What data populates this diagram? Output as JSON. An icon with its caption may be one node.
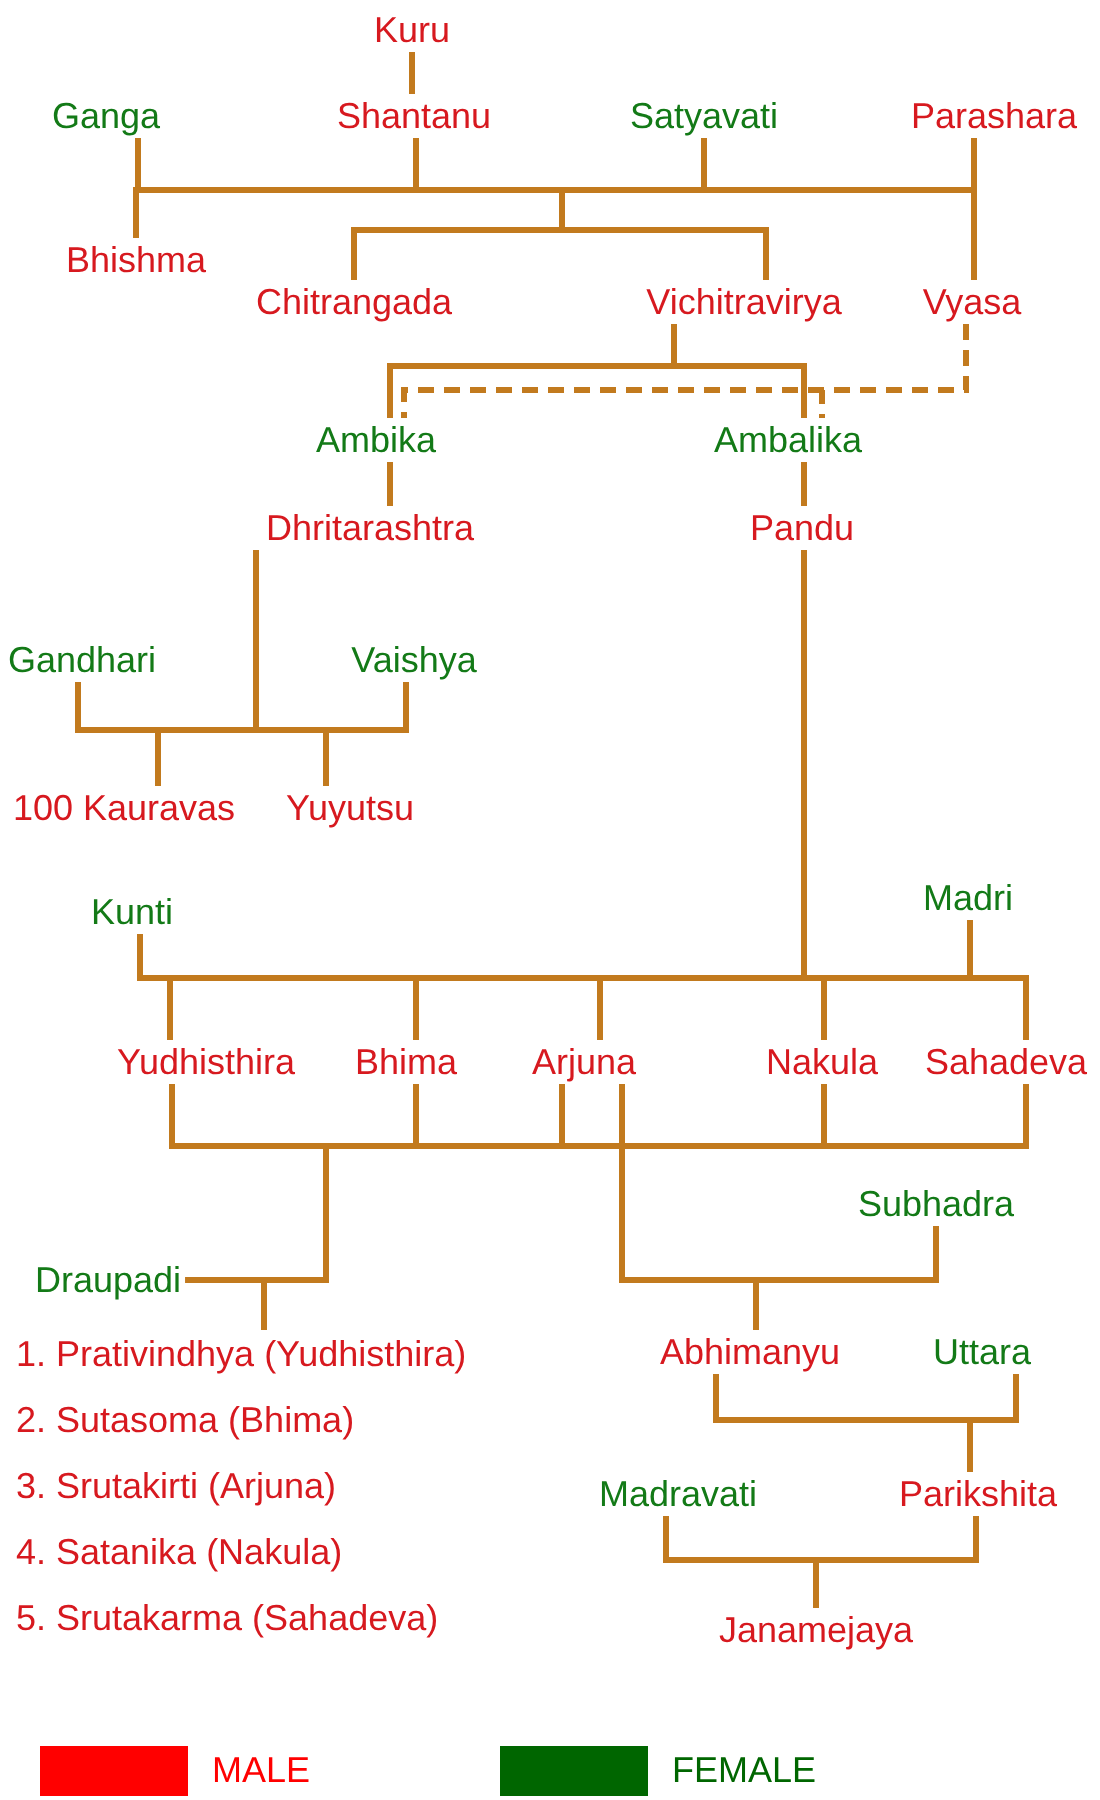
{
  "diagram": {
    "nodes": [
      {
        "text": [
          "Kuru"
        ]
      },
      {
        "text": [
          "Ganga"
        ]
      },
      {
        "text": [
          "Shantanu"
        ]
      },
      {
        "text": [
          "Satyavati"
        ]
      },
      {
        "text": [
          "Parashara"
        ]
      },
      {
        "text": [
          "Bhishma"
        ]
      },
      {
        "text": [
          "Chitrangada"
        ]
      },
      {
        "text": [
          "Vichitravirya"
        ]
      },
      {
        "text": [
          "Vyasa"
        ]
      },
      {
        "text": [
          "Ambika"
        ]
      },
      {
        "text": [
          "Ambalika"
        ]
      },
      {
        "text": [
          "Dhritarashtra"
        ]
      },
      {
        "text": [
          "Pandu"
        ]
      },
      {
        "text": [
          "Gandhari"
        ]
      },
      {
        "text": [
          "Vaishya"
        ]
      },
      {
        "text": [
          "100 Kauravas"
        ]
      },
      {
        "text": [
          "Yuyutsu"
        ]
      },
      {
        "text": [
          "Kunti"
        ]
      },
      {
        "text": [
          "Madri"
        ]
      },
      {
        "text": [
          "Yudhisthira"
        ]
      },
      {
        "text": [
          "Bhima"
        ]
      },
      {
        "text": [
          "Arjuna"
        ]
      },
      {
        "text": [
          "Nakula"
        ]
      },
      {
        "text": [
          "Sahadeva"
        ]
      },
      {
        "text": [
          "Subhadra"
        ]
      },
      {
        "text": [
          "Draupadi"
        ]
      },
      {
        "text": [
          "1. Prativindhya (Yudhisthira)",
          "2. Sutasoma (Bhima)",
          "3. Srutakirti (Arjuna)",
          "4. Satanika (Nakula)",
          "5. Srutakarma (Sahadeva)"
        ]
      },
      {
        "text": [
          "Abhimanyu"
        ]
      },
      {
        "text": [
          "Uttara"
        ]
      },
      {
        "text": [
          "Madravati"
        ]
      },
      {
        "text": [
          "Parikshita"
        ]
      },
      {
        "text": [
          "Janamejaya"
        ]
      }
    ],
    "edges": [
      {
        "from": 0,
        "to": 2,
        "arrow": "none"
      },
      {
        "from": 1,
        "to": 5,
        "arrow": "none"
      },
      {
        "from": 2,
        "to": 5,
        "arrow": "none"
      },
      {
        "from": 2,
        "to": 6,
        "arrow": "none"
      },
      {
        "from": 3,
        "to": 6,
        "arrow": "none"
      },
      {
        "from": 2,
        "to": 7,
        "arrow": "none"
      },
      {
        "from": 3,
        "to": 7,
        "arrow": "none"
      },
      {
        "from": 4,
        "to": 8,
        "arrow": "none"
      },
      {
        "from": 3,
        "to": 8,
        "arrow": "none"
      },
      {
        "from": 7,
        "to": 9,
        "arrow": "none"
      },
      {
        "from": 7,
        "to": 10,
        "arrow": "none"
      },
      {
        "from": 8,
        "to": 9,
        "arrow": "none",
        "style": "dashed"
      },
      {
        "from": 8,
        "to": 10,
        "arrow": "none",
        "style": "dashed"
      },
      {
        "from": 9,
        "to": 11,
        "arrow": "none"
      },
      {
        "from": 10,
        "to": 12,
        "arrow": "none"
      },
      {
        "from": 11,
        "to": 15,
        "arrow": "none"
      },
      {
        "from": 13,
        "to": 15,
        "arrow": "none"
      },
      {
        "from": 11,
        "to": 16,
        "arrow": "none"
      },
      {
        "from": 14,
        "to": 16,
        "arrow": "none"
      },
      {
        "from": 12,
        "to": 19,
        "arrow": "none"
      },
      {
        "from": 12,
        "to": 20,
        "arrow": "none"
      },
      {
        "from": 12,
        "to": 21,
        "arrow": "none"
      },
      {
        "from": 12,
        "to": 22,
        "arrow": "none"
      },
      {
        "from": 12,
        "to": 23,
        "arrow": "none"
      },
      {
        "from": 17,
        "to": 19,
        "arrow": "none"
      },
      {
        "from": 17,
        "to": 20,
        "arrow": "none"
      },
      {
        "from": 17,
        "to": 21,
        "arrow": "none"
      },
      {
        "from": 18,
        "to": 22,
        "arrow": "none"
      },
      {
        "from": 18,
        "to": 23,
        "arrow": "none"
      },
      {
        "from": 19,
        "to": 26,
        "arrow": "none"
      },
      {
        "from": 20,
        "to": 26,
        "arrow": "none"
      },
      {
        "from": 21,
        "to": 26,
        "arrow": "none"
      },
      {
        "from": 22,
        "to": 26,
        "arrow": "none"
      },
      {
        "from": 23,
        "to": 26,
        "arrow": "none"
      },
      {
        "from": 25,
        "to": 26,
        "arrow": "none"
      },
      {
        "from": 21,
        "to": 27,
        "arrow": "none"
      },
      {
        "from": 24,
        "to": 27,
        "arrow": "none"
      },
      {
        "from": 27,
        "to": 30,
        "arrow": "none"
      },
      {
        "from": 28,
        "to": 30,
        "arrow": "none"
      },
      {
        "from": 29,
        "to": 31,
        "arrow": "none"
      },
      {
        "from": 30,
        "to": 31,
        "arrow": "none"
      }
    ],
    "legend": [
      {
        "text": "MALE",
        "color": "#ff0000"
      },
      {
        "text": "FEMALE",
        "color": "#006600"
      }
    ]
  }
}
